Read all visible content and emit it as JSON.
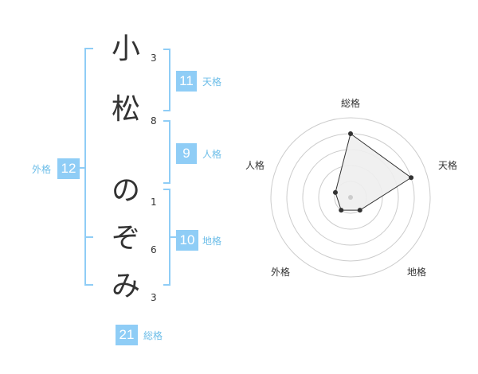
{
  "name": {
    "chars": [
      {
        "char": "小",
        "strokes": "3"
      },
      {
        "char": "松",
        "strokes": "8"
      },
      {
        "char": "の",
        "strokes": "1"
      },
      {
        "char": "ぞ",
        "strokes": "6"
      },
      {
        "char": "み",
        "strokes": "3"
      }
    ]
  },
  "kaku": {
    "tenkaku": {
      "value": "11",
      "label": "天格"
    },
    "jinkaku": {
      "value": "9",
      "label": "人格"
    },
    "chikaku": {
      "value": "10",
      "label": "地格"
    },
    "gaikaku": {
      "value": "12",
      "label": "外格"
    },
    "soukaku": {
      "value": "21",
      "label": "総格"
    }
  },
  "colors": {
    "accent": "#8fcdf6",
    "label": "#6cbde8",
    "bracket": "#8fcdf6",
    "fill": "#eeeeee"
  },
  "chart_data": {
    "type": "radar",
    "axes": [
      "総格",
      "天格",
      "地格",
      "外格",
      "人格"
    ],
    "values": [
      4,
      4,
      1,
      1,
      1
    ],
    "rmax": 5,
    "rings": 5
  }
}
